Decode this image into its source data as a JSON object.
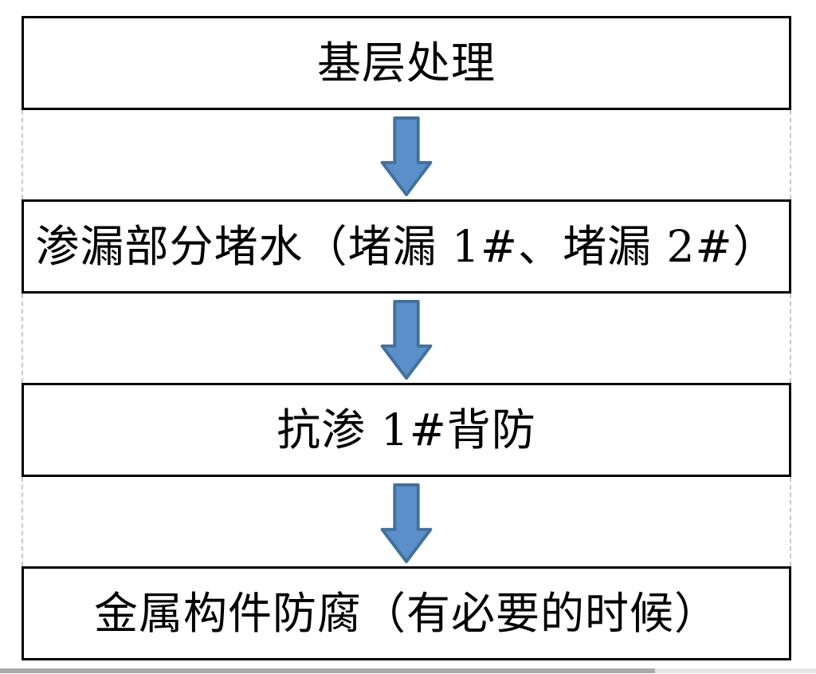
{
  "flowchart": {
    "steps": [
      {
        "label": "基层处理"
      },
      {
        "label": "渗漏部分堵水（堵漏 1#、堵漏 2#）"
      },
      {
        "label": "抗渗 1#背防"
      },
      {
        "label": "金属构件防腐（有必要的时候）"
      }
    ],
    "arrow": {
      "direction": "down",
      "fill": "#5b8fc9",
      "stroke": "#41719c"
    },
    "box_border_color": "#000000",
    "guide_line_color": "#c9c9c9"
  },
  "scrollbar": {
    "orientation": "horizontal",
    "thumb_color": "#a9a9a9",
    "track_color": "#e7e7e7"
  }
}
